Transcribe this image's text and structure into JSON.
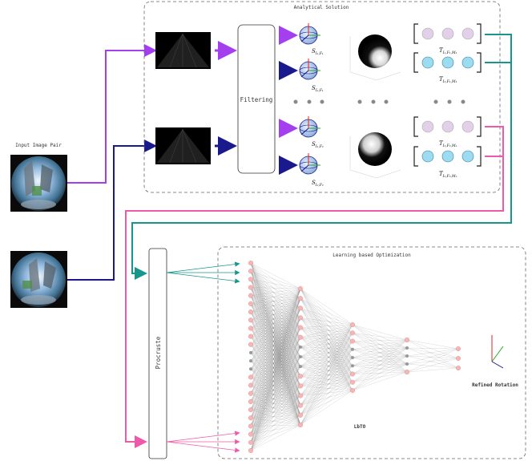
{
  "input": {
    "label": "Input Image Pair"
  },
  "analytical": {
    "title": "Analytical Solution"
  },
  "filter": {
    "label": "Filtering"
  },
  "procrustes": {
    "label": "Procruste"
  },
  "learning": {
    "title": "Learning based Optimization",
    "net_label": "LbTO"
  },
  "output": {
    "label": "Refined Rotation"
  },
  "subscripts": {
    "s1": "S",
    "s1_sub": "I₁,F₁",
    "s2": "S",
    "s2_sub": "I₂,F₁",
    "s3": "S",
    "s3_sub": "I₁,F₂",
    "s4": "S",
    "s4_sub": "I₂,F₂",
    "t1": "T",
    "t1_sub": "I₁,F₁,M₁",
    "t2": "T",
    "t2_sub": "I₂,F₁,M₁",
    "t3": "T",
    "t3_sub": "I₁,F₂,Mₙ",
    "t4": "T",
    "t4_sub": "I₂,F₂,Mₙ"
  },
  "colors": {
    "purple": "#a43ff0",
    "navy": "#1a1a8c",
    "teal": "#17968c",
    "pink": "#ee5aa8",
    "lavender": "#e2cfe8",
    "cyan": "#9bdcf0",
    "node": "#f6b6b6"
  }
}
